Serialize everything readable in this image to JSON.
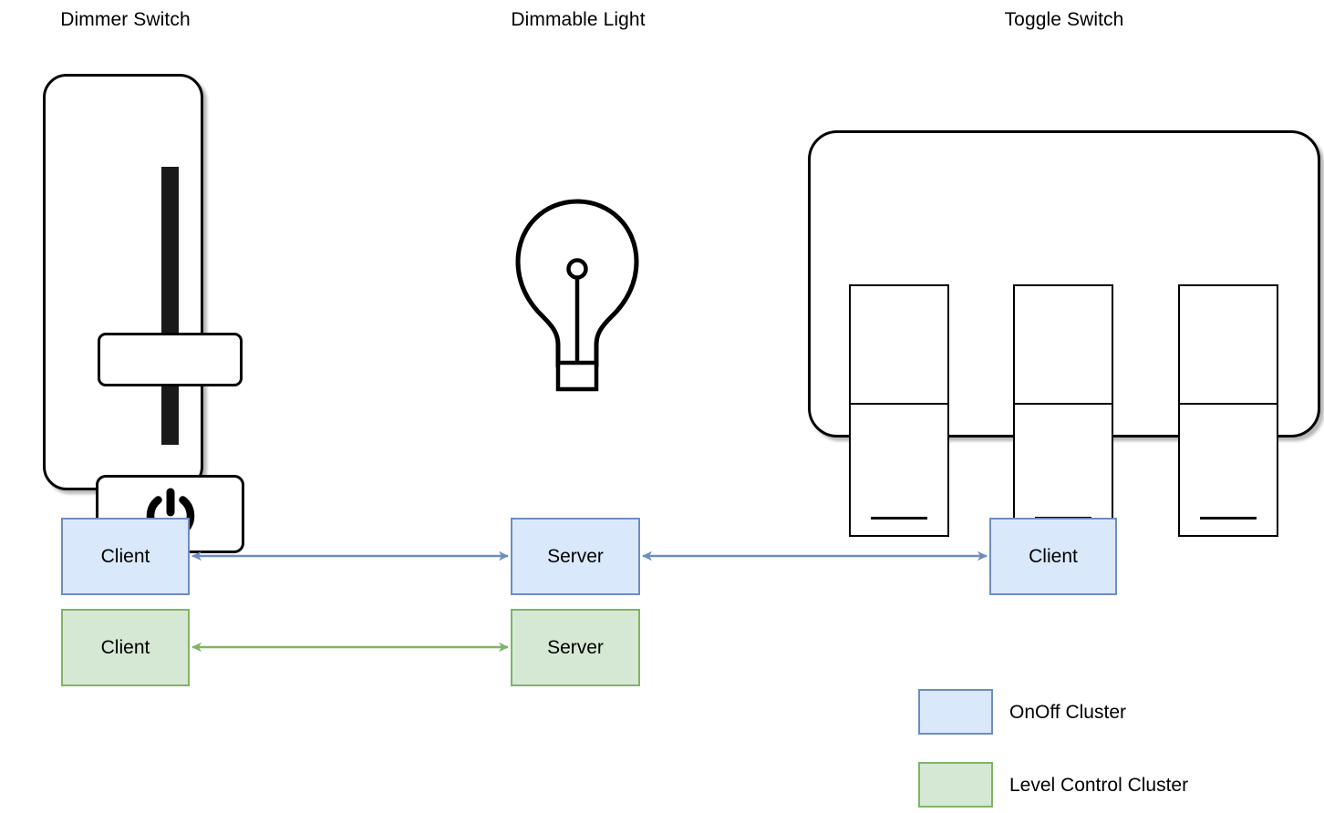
{
  "diagram": {
    "title_row": [
      {
        "label": "Dimmer Switch"
      },
      {
        "label": "Dimmable Light"
      },
      {
        "label": "Toggle Switch"
      }
    ],
    "devices": {
      "dimmer_switch": {
        "name": "Dimmer Switch",
        "slider_icon": "vertical-slider-icon",
        "power_icon": "power-icon"
      },
      "dimmable_light": {
        "name": "Dimmable Light",
        "bulb_icon": "light-bulb-icon"
      },
      "toggle_switch": {
        "name": "Toggle Switch",
        "rocker_count": 3,
        "rocker_icon": "rocker-switch-icon"
      }
    },
    "cluster_nodes": {
      "onoff": [
        {
          "id": "dimmer-onoff-client",
          "label": "Client",
          "role": "client",
          "device": "Dimmer Switch"
        },
        {
          "id": "light-onoff-server",
          "label": "Server",
          "role": "server",
          "device": "Dimmable Light"
        },
        {
          "id": "toggle-onoff-client",
          "label": "Client",
          "role": "client",
          "device": "Toggle Switch"
        }
      ],
      "level": [
        {
          "id": "dimmer-level-client",
          "label": "Client",
          "role": "client",
          "device": "Dimmer Switch"
        },
        {
          "id": "light-level-server",
          "label": "Server",
          "role": "server",
          "device": "Dimmable Light"
        }
      ]
    },
    "connections": [
      {
        "id": "onoff-left-link",
        "from": "dimmer-onoff-client",
        "to": "light-onoff-server",
        "cluster": "OnOff Cluster",
        "style": "double-arrow",
        "color": "#6c8ebf"
      },
      {
        "id": "onoff-right-link",
        "from": "light-onoff-server",
        "to": "toggle-onoff-client",
        "cluster": "OnOff Cluster",
        "style": "double-arrow",
        "color": "#6c8ebf"
      },
      {
        "id": "level-link",
        "from": "dimmer-level-client",
        "to": "light-level-server",
        "cluster": "Level Control Cluster",
        "style": "double-arrow",
        "color": "#82b366"
      }
    ],
    "legend": {
      "items": [
        {
          "label": "OnOff Cluster",
          "fill": "#dae8fc",
          "stroke": "#6c8ebf"
        },
        {
          "label": "Level Control Cluster",
          "fill": "#d5e8d4",
          "stroke": "#82b366"
        }
      ]
    },
    "colors": {
      "onoff_fill": "#dae8fc",
      "onoff_stroke": "#6c8ebf",
      "level_fill": "#d5e8d4",
      "level_stroke": "#82b366",
      "outline": "#000000",
      "background": "#ffffff"
    }
  }
}
